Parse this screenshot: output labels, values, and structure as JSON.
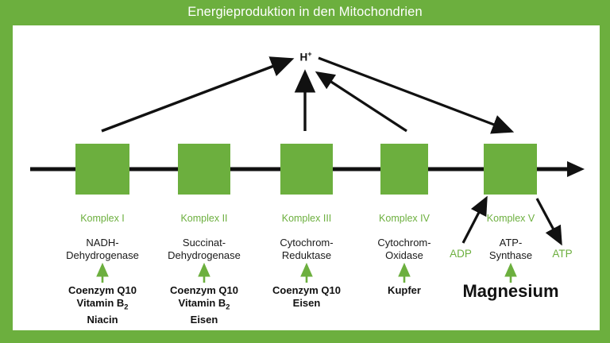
{
  "title": "Energieproduktion in den Mitochondrien",
  "colors": {
    "brand_green": "#6CAF3E",
    "box_green": "#6CAF3E",
    "label_green": "#6CAF3E",
    "text_black": "#1a1a1a",
    "panel_white": "#ffffff"
  },
  "diagram": {
    "type": "process-chain",
    "proton_label": "H",
    "proton_superscript": "+",
    "input_label": "ADP",
    "output_label": "ATP",
    "complexes": [
      {
        "id": "complex-1",
        "komplex": "Komplex I",
        "enzyme_line1": "NADH-",
        "enzyme_line2": "Dehydrogenase",
        "nutrients": [
          "Coenzym Q10",
          "Vitamin B2",
          "Niacin"
        ],
        "pumps_proton": true
      },
      {
        "id": "complex-2",
        "komplex": "Komplex II",
        "enzyme_line1": "Succinat-",
        "enzyme_line2": "Dehydrogenase",
        "nutrients": [
          "Coenzym Q10",
          "Vitamin B2",
          "Eisen"
        ],
        "pumps_proton": false
      },
      {
        "id": "complex-3",
        "komplex": "Komplex III",
        "enzyme_line1": "Cytochrom-",
        "enzyme_line2": "Reduktase",
        "nutrients": [
          "Coenzym Q10",
          "Eisen"
        ],
        "pumps_proton": true
      },
      {
        "id": "complex-4",
        "komplex": "Komplex IV",
        "enzyme_line1": "Cytochrom-",
        "enzyme_line2": "Oxidase",
        "nutrients": [
          "Kupfer"
        ],
        "pumps_proton": true
      },
      {
        "id": "complex-5",
        "komplex": "Komplex V",
        "enzyme_line1": "ATP-",
        "enzyme_line2": "Synthase",
        "nutrients": [
          "Magnesium"
        ],
        "pumps_proton": false
      }
    ]
  }
}
